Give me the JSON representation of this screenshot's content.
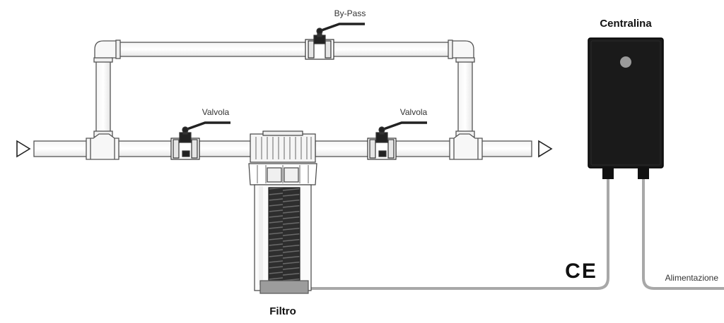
{
  "labels": {
    "bypass": "By-Pass",
    "valve_left": "Valvola",
    "valve_right": "Valvola",
    "controller": "Centralina",
    "filter": "Filtro",
    "power": "Alimentazione",
    "ce_mark": "CE"
  },
  "colors": {
    "pipe_stroke": "#555555",
    "pipe_fill": "#ffffff",
    "controller_body": "#1a1a1a",
    "indicator_light": "#9a9a9a",
    "cable": "#a8a8a8",
    "filter_core": "#3a3a3a"
  },
  "icons": {
    "flow_in": "triangle-right-outline",
    "flow_out": "triangle-right-outline"
  }
}
